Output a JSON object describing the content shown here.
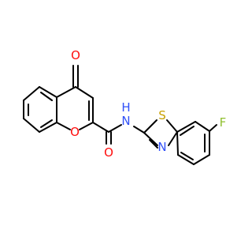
{
  "atoms": {
    "o_ketone": {
      "symbol": "O",
      "color": "#FF0D0D"
    },
    "o_ring": {
      "symbol": "O",
      "color": "#FF0D0D"
    },
    "o_amide": {
      "symbol": "O",
      "color": "#FF0D0D"
    },
    "nh_amide": {
      "symbol": "N",
      "h": "H",
      "color": "#3050F8"
    },
    "s_thiazole": {
      "symbol": "S",
      "color": "#C8A000"
    },
    "n_thiazole": {
      "symbol": "N",
      "color": "#3050F8"
    },
    "f_aryl": {
      "symbol": "F",
      "color": "#90C030"
    }
  },
  "bond_color": "#000000"
}
